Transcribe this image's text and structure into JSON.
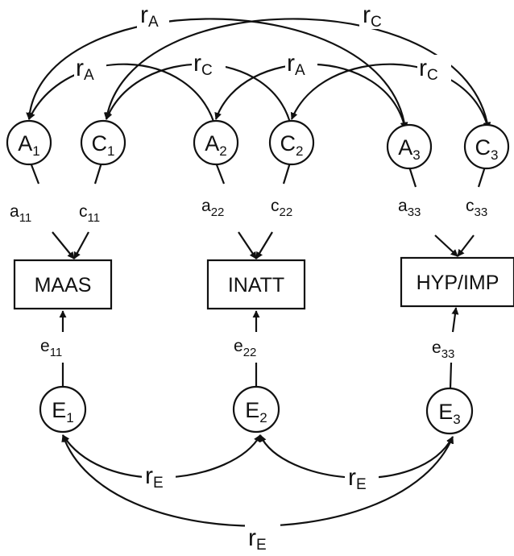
{
  "latent_nodes": [
    {
      "id": "A1",
      "letter": "A",
      "index": "1"
    },
    {
      "id": "C1",
      "letter": "C",
      "index": "1"
    },
    {
      "id": "A2",
      "letter": "A",
      "index": "2"
    },
    {
      "id": "C2",
      "letter": "C",
      "index": "2"
    },
    {
      "id": "A3",
      "letter": "A",
      "index": "3"
    },
    {
      "id": "C3",
      "letter": "C",
      "index": "3"
    },
    {
      "id": "E1",
      "letter": "E",
      "index": "1"
    },
    {
      "id": "E2",
      "letter": "E",
      "index": "2"
    },
    {
      "id": "E3",
      "letter": "E",
      "index": "3"
    }
  ],
  "observed_nodes": [
    {
      "id": "MAAS",
      "label": "MAAS"
    },
    {
      "id": "INATT",
      "label": "INATT"
    },
    {
      "id": "HYPIMP",
      "label": "HYP/IMP"
    }
  ],
  "path_labels": [
    {
      "id": "a11",
      "letter": "a",
      "index": "11"
    },
    {
      "id": "c11",
      "letter": "c",
      "index": "11"
    },
    {
      "id": "a22",
      "letter": "a",
      "index": "22"
    },
    {
      "id": "c22",
      "letter": "c",
      "index": "22"
    },
    {
      "id": "a33",
      "letter": "a",
      "index": "33"
    },
    {
      "id": "c33",
      "letter": "c",
      "index": "33"
    },
    {
      "id": "e11",
      "letter": "e",
      "index": "11"
    },
    {
      "id": "e22",
      "letter": "e",
      "index": "22"
    },
    {
      "id": "e33",
      "letter": "e",
      "index": "33"
    }
  ],
  "correlation_labels": [
    {
      "id": "rA-outer",
      "letter": "r",
      "index": "A"
    },
    {
      "id": "rC-outer",
      "letter": "r",
      "index": "C"
    },
    {
      "id": "rA-inner-left",
      "letter": "r",
      "index": "A"
    },
    {
      "id": "rC-inner-left",
      "letter": "r",
      "index": "C"
    },
    {
      "id": "rA-inner-right",
      "letter": "r",
      "index": "A"
    },
    {
      "id": "rC-inner-right",
      "letter": "r",
      "index": "C"
    },
    {
      "id": "rE-left",
      "letter": "r",
      "index": "E"
    },
    {
      "id": "rE-right",
      "letter": "r",
      "index": "E"
    },
    {
      "id": "rE-bottom",
      "letter": "r",
      "index": "E"
    }
  ],
  "edges": [
    {
      "id": "A1-MAAS",
      "from": "A1",
      "to": "MAAS",
      "kind": "path"
    },
    {
      "id": "C1-MAAS",
      "from": "C1",
      "to": "MAAS",
      "kind": "path"
    },
    {
      "id": "A2-INATT",
      "from": "A2",
      "to": "INATT",
      "kind": "path"
    },
    {
      "id": "C2-INATT",
      "from": "C2",
      "to": "INATT",
      "kind": "path"
    },
    {
      "id": "A3-HYPIMP",
      "from": "A3",
      "to": "HYPIMP",
      "kind": "path"
    },
    {
      "id": "C3-HYPIMP",
      "from": "C3",
      "to": "HYPIMP",
      "kind": "path"
    },
    {
      "id": "E1-MAAS",
      "from": "E1",
      "to": "MAAS",
      "kind": "path"
    },
    {
      "id": "E2-INATT",
      "from": "E2",
      "to": "INATT",
      "kind": "path"
    },
    {
      "id": "E3-HYPIMP",
      "from": "E3",
      "to": "HYPIMP",
      "kind": "path"
    },
    {
      "id": "A1-A3",
      "from": "A1",
      "to": "A3",
      "kind": "correlation"
    },
    {
      "id": "C1-C3",
      "from": "C1",
      "to": "C3",
      "kind": "correlation"
    },
    {
      "id": "A1-A2",
      "from": "A1",
      "to": "A2",
      "kind": "correlation"
    },
    {
      "id": "C1-C2",
      "from": "C1",
      "to": "C2",
      "kind": "correlation"
    },
    {
      "id": "A2-A3",
      "from": "A2",
      "to": "A3",
      "kind": "correlation"
    },
    {
      "id": "C2-C3",
      "from": "C2",
      "to": "C3",
      "kind": "correlation"
    },
    {
      "id": "E1-E2",
      "from": "E1",
      "to": "E2",
      "kind": "correlation"
    },
    {
      "id": "E2-E3",
      "from": "E2",
      "to": "E3",
      "kind": "correlation"
    },
    {
      "id": "E1-E3",
      "from": "E1",
      "to": "E3",
      "kind": "correlation"
    }
  ]
}
